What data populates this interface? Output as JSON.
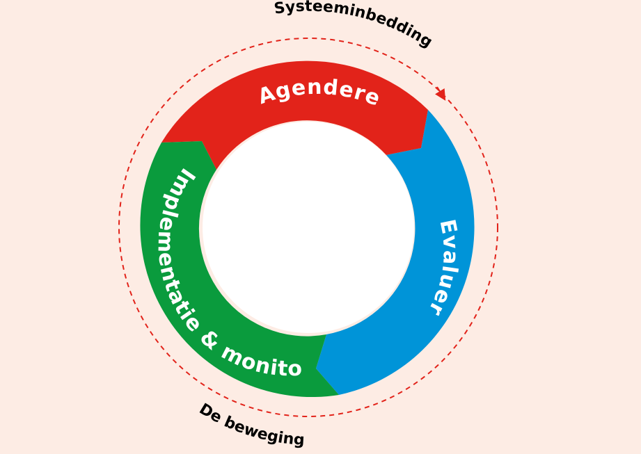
{
  "diagram": {
    "outer_top_label": "Systeeminbedding",
    "outer_bottom_label": "De beweging",
    "segments": [
      {
        "label": "Agenderen",
        "color": "#e2231a"
      },
      {
        "label": "Evalueren",
        "color": "#0094d8"
      },
      {
        "label": "Implementatie & monitoren",
        "color": "#0a9b3d"
      }
    ],
    "ring_background": "#ffffff",
    "page_background": "#fdece4",
    "dashed_color": "#e2231a",
    "text_color": "#ffffff",
    "outer_text_color": "#000000"
  }
}
